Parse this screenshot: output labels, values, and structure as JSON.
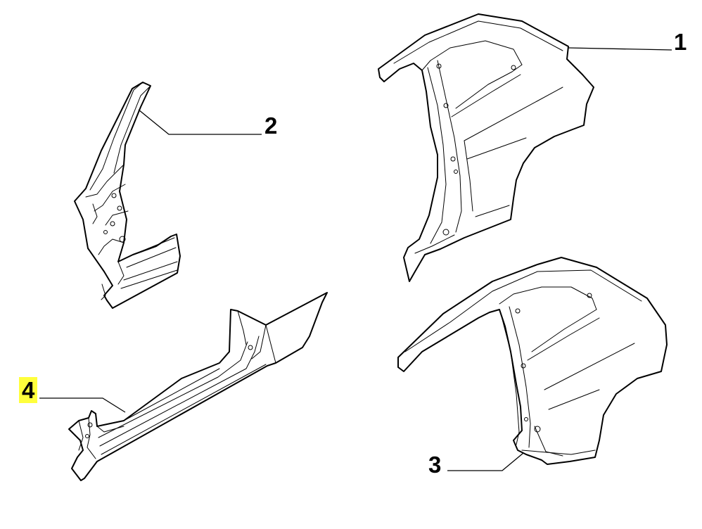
{
  "callouts": [
    {
      "id": "c1",
      "label": "1",
      "part": "rear-quarter-panel-upper",
      "highlighted": false
    },
    {
      "id": "c2",
      "label": "2",
      "part": "a-pillar-assembly",
      "highlighted": false
    },
    {
      "id": "c3",
      "label": "3",
      "part": "rear-quarter-panel-lower",
      "highlighted": false
    },
    {
      "id": "c4",
      "label": "4",
      "part": "side-sill-rocker-panel",
      "highlighted": true
    }
  ],
  "colors": {
    "line": "#000000",
    "background": "#ffffff",
    "highlight": "#ffff3c"
  }
}
